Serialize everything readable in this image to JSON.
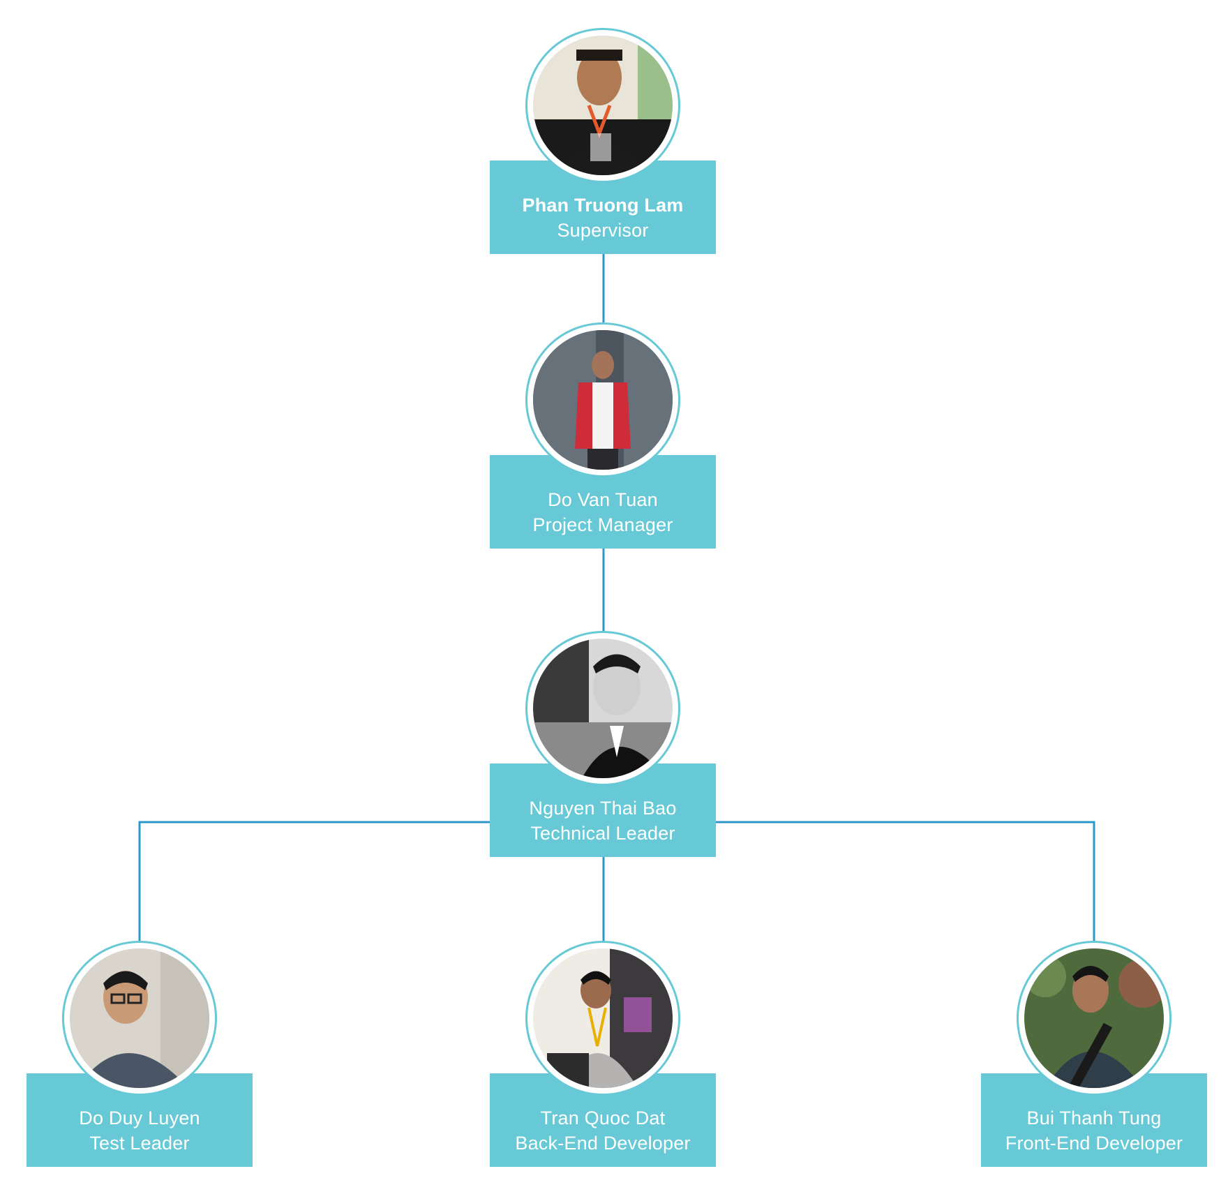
{
  "theme": {
    "card_color": "#67C9D5",
    "line_color": "#2B97C9",
    "text_color": "#FFFFFF"
  },
  "members": [
    {
      "name": "Phan Truong Lam",
      "role": "Supervisor",
      "photo": "person-photo"
    },
    {
      "name": "Do Van Tuan",
      "role": "Project Manager",
      "photo": "person-photo"
    },
    {
      "name": "Nguyen Thai Bao",
      "role": "Technical Leader",
      "photo": "person-photo"
    },
    {
      "name": "Do Duy Luyen",
      "role": "Test Leader",
      "photo": "person-photo"
    },
    {
      "name": "Tran Quoc Dat",
      "role": "Back-End Developer",
      "photo": "person-photo"
    },
    {
      "name": "Bui Thanh Tung",
      "role": "Front-End Developer",
      "photo": "person-photo"
    }
  ]
}
